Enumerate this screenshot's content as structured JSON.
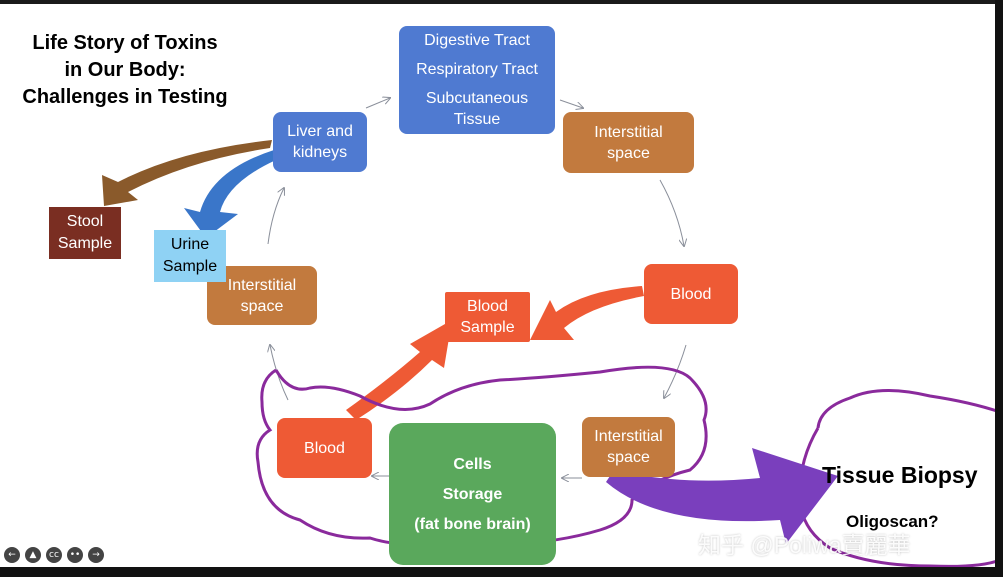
{
  "title": [
    "Life Story of Toxins",
    "in Our Body:",
    "Challenges in Testing"
  ],
  "nodes": {
    "entry": [
      "Digestive Tract",
      "Respiratory Tract",
      "Subcutaneous",
      "Tissue"
    ],
    "interstitial_top": [
      "Interstitial",
      "space"
    ],
    "blood_right": "Blood",
    "blood_sample": [
      "Blood",
      "Sample"
    ],
    "interstitial_bottom": [
      "Interstitial",
      "space"
    ],
    "cells": [
      "Cells",
      "Storage",
      "(fat bone brain)"
    ],
    "blood_left": "Blood",
    "interstitial_left": [
      "Interstitial",
      "space"
    ],
    "liver": [
      "Liver and",
      "kidneys"
    ],
    "stool": [
      "Stool",
      "Sample"
    ],
    "urine": [
      "Urine",
      "Sample"
    ]
  },
  "tissue_biopsy": {
    "title": "Tissue Biopsy",
    "subtitle": "Oligoscan?"
  },
  "watermark": "知乎 @Poliwa賣麗華",
  "colors": {
    "blue": "#4f7ad1",
    "brown": "#c27a3e",
    "red": "#ee5a35",
    "green": "#5aa85c",
    "stool": "#7a2e22",
    "urine": "#8fd2f4",
    "annotation_purple": "#8a2a9c",
    "big_arrow_purple": "#7a3fbd"
  },
  "controls": [
    "prev-icon",
    "pen-icon",
    "captions-icon",
    "more-icon",
    "next-icon"
  ]
}
